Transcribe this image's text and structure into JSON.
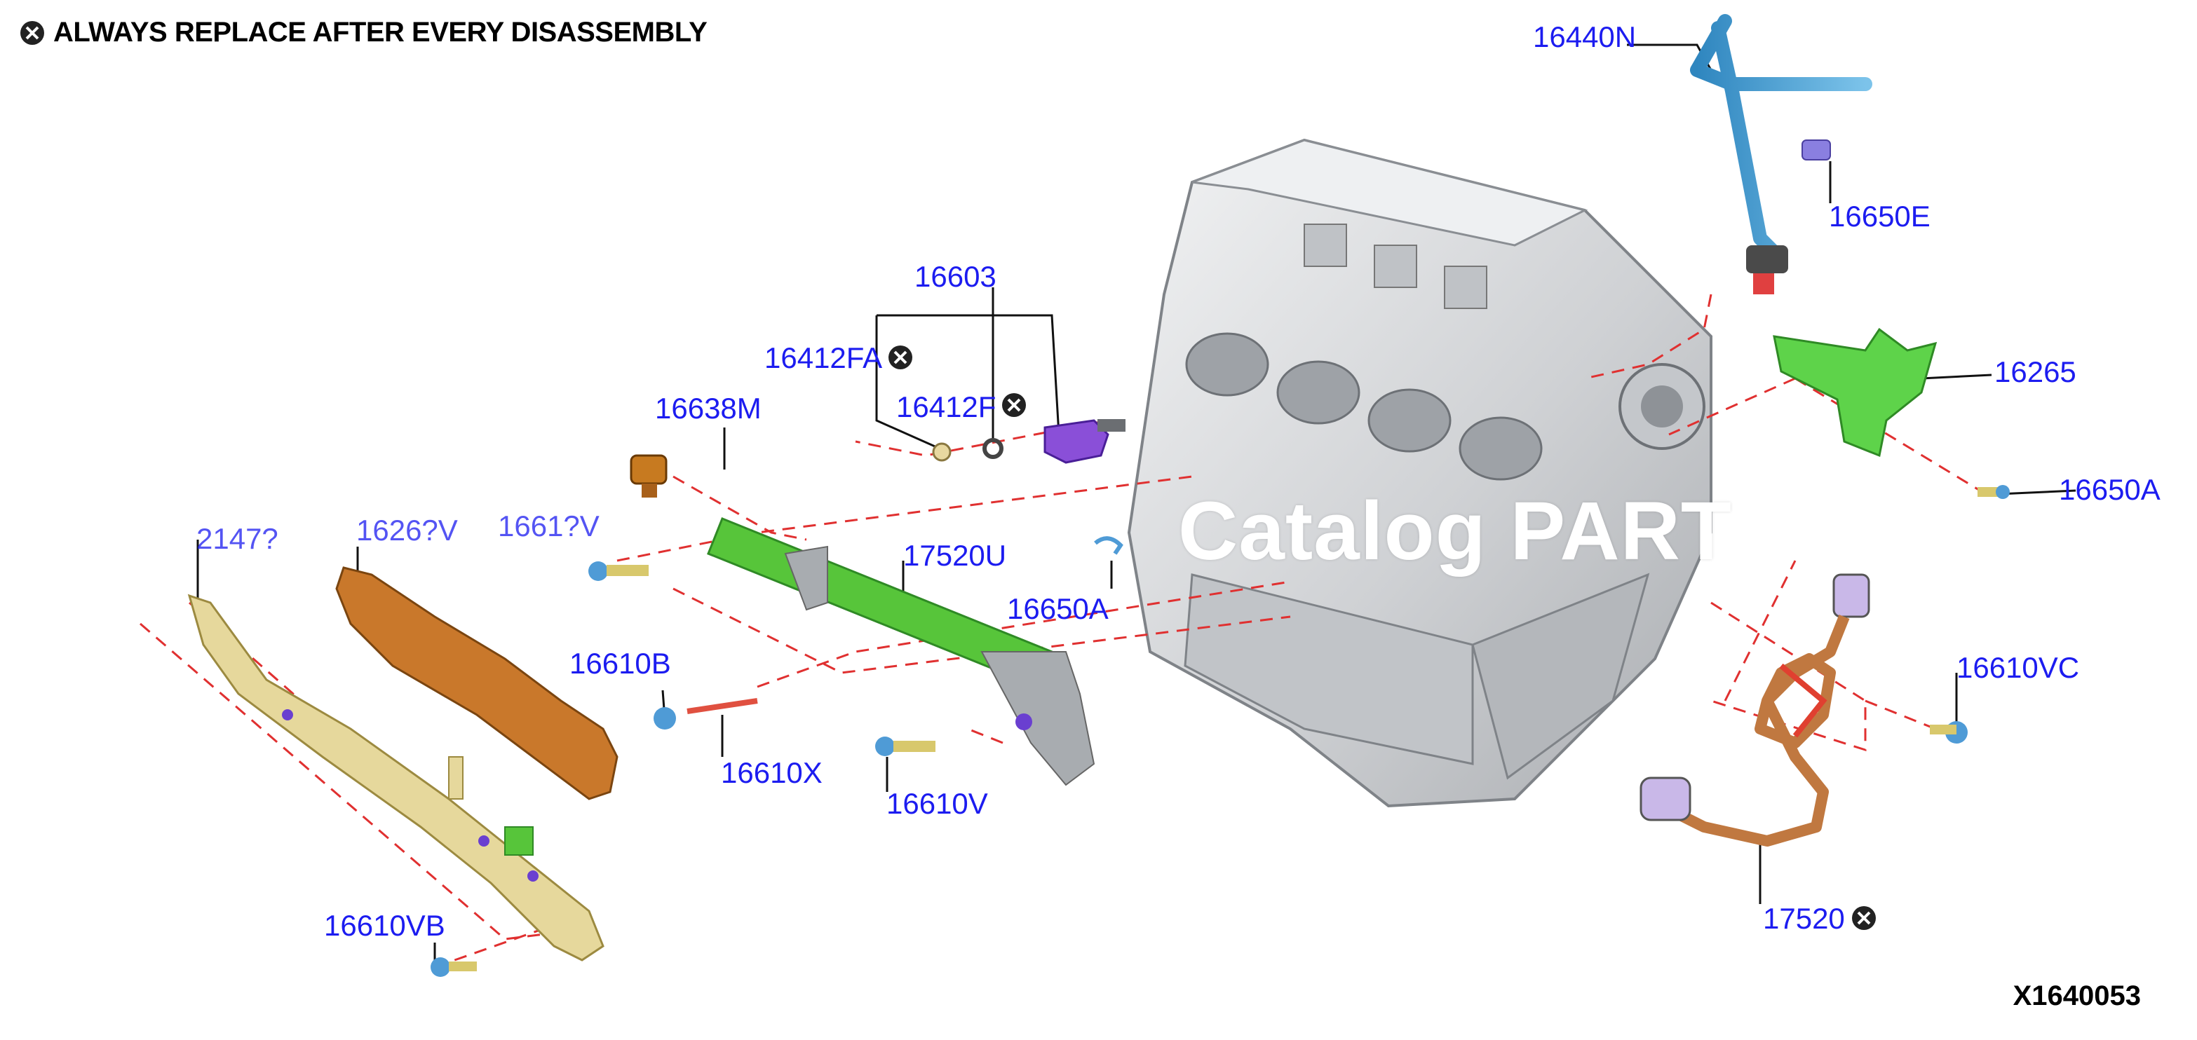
{
  "legend": {
    "icon": "replace-after-disassembly-icon",
    "text": "ALWAYS REPLACE AFTER EVERY DISASSEMBLY"
  },
  "figure_id": "X1640053",
  "watermark": "Catalog PART",
  "callouts": [
    {
      "id": "16440N",
      "label": "16440N",
      "replace_mark": false
    },
    {
      "id": "16650E",
      "label": "16650E",
      "replace_mark": false
    },
    {
      "id": "16603",
      "label": "16603",
      "replace_mark": false
    },
    {
      "id": "16412FA",
      "label": "16412FA",
      "replace_mark": true
    },
    {
      "id": "16412F",
      "label": "16412F",
      "replace_mark": true
    },
    {
      "id": "16265",
      "label": "16265",
      "replace_mark": false
    },
    {
      "id": "16638M",
      "label": "16638M",
      "replace_mark": false
    },
    {
      "id": "16650A-right",
      "label": "16650A",
      "replace_mark": false
    },
    {
      "id": "17520U",
      "label": "17520U",
      "replace_mark": false
    },
    {
      "id": "16650A-center",
      "label": "16650A",
      "replace_mark": false
    },
    {
      "id": "16610B",
      "label": "16610B",
      "replace_mark": false
    },
    {
      "id": "16610VC",
      "label": "16610VC",
      "replace_mark": false
    },
    {
      "id": "16610X",
      "label": "16610X",
      "replace_mark": false
    },
    {
      "id": "16610V",
      "label": "16610V",
      "replace_mark": false
    },
    {
      "id": "16610VB",
      "label": "16610VB",
      "replace_mark": false
    },
    {
      "id": "17520",
      "label": "17520",
      "replace_mark": true
    },
    {
      "id": "obscured-bracket",
      "label": "2147?",
      "replace_mark": false
    },
    {
      "id": "obscured-cover",
      "label": "1626?V",
      "replace_mark": false
    },
    {
      "id": "obscured-bolt",
      "label": "1661?V",
      "replace_mark": false
    }
  ],
  "colors": {
    "callout_text": "#1c1cf0",
    "leader_dashed": "#e03030",
    "engine": "#d9dadc",
    "fuel_rail": "#57c53a",
    "fuel_pipe": "#c07840",
    "hose": "#4fa3d6",
    "bracket": "#e6d89c",
    "cover": "#c9782b",
    "injector": "#8a4fd8"
  }
}
